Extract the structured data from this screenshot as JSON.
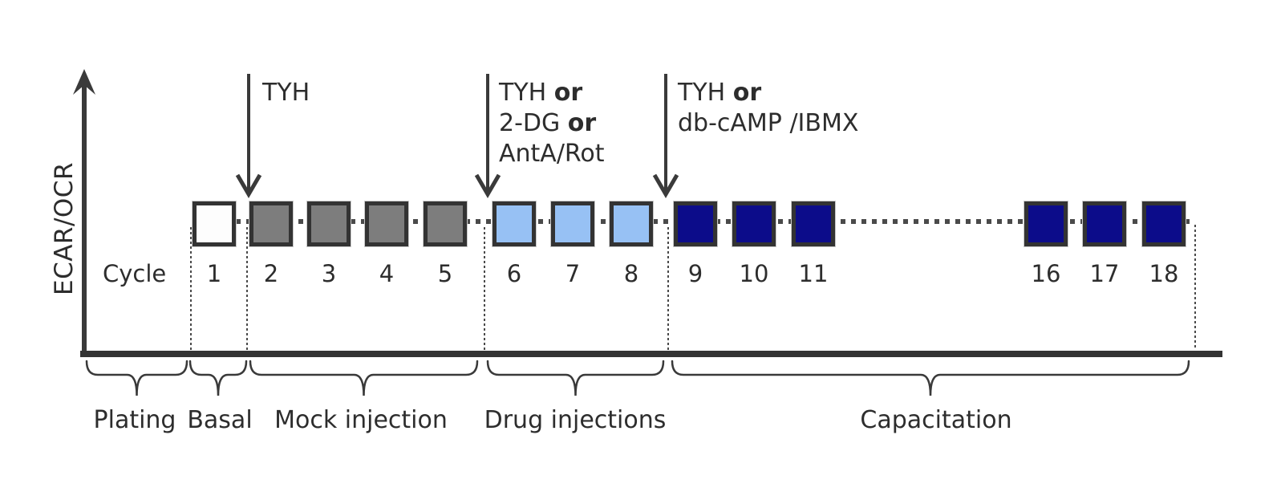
{
  "diagram": {
    "y_axis_label": "ECAR/OCR",
    "cycle_row_label": "Cycle",
    "colors": {
      "line": "#3a3a3a",
      "axis": "#333333",
      "text": "#2d2d2d",
      "square_border": "#333333",
      "dotted": "#4a4a4a",
      "phase_basal": "#fdfdfd",
      "phase_mock_injection": "#7d7d7d",
      "phase_drug_injection": "#97c1f4",
      "phase_capacitation": "#0c0c8a"
    },
    "cycles": [
      {
        "number": "1",
        "phase": "phase_basal"
      },
      {
        "number": "2",
        "phase": "phase_mock_injection"
      },
      {
        "number": "3",
        "phase": "phase_mock_injection"
      },
      {
        "number": "4",
        "phase": "phase_mock_injection"
      },
      {
        "number": "5",
        "phase": "phase_mock_injection"
      },
      {
        "number": "6",
        "phase": "phase_drug_injection"
      },
      {
        "number": "7",
        "phase": "phase_drug_injection"
      },
      {
        "number": "8",
        "phase": "phase_drug_injection"
      },
      {
        "number": "9",
        "phase": "phase_capacitation"
      },
      {
        "number": "10",
        "phase": "phase_capacitation"
      },
      {
        "number": "11",
        "phase": "phase_capacitation"
      },
      {
        "number": "16",
        "phase": "phase_capacitation"
      },
      {
        "number": "17",
        "phase": "phase_capacitation"
      },
      {
        "number": "18",
        "phase": "phase_capacitation"
      }
    ],
    "injections": [
      {
        "name": "mock-injection-arrow",
        "lines": [
          [
            {
              "text": "TYH",
              "bold": false
            }
          ]
        ]
      },
      {
        "name": "drug-injection-arrow",
        "lines": [
          [
            {
              "text": "TYH ",
              "bold": false
            },
            {
              "text": "or",
              "bold": true
            }
          ],
          [
            {
              "text": "2-DG ",
              "bold": false
            },
            {
              "text": "or",
              "bold": true
            }
          ],
          [
            {
              "text": "AntA/Rot",
              "bold": false
            }
          ]
        ]
      },
      {
        "name": "capacitation-injection-arrow",
        "lines": [
          [
            {
              "text": "TYH ",
              "bold": false
            },
            {
              "text": "or",
              "bold": true
            }
          ],
          [
            {
              "text": "db-cAMP /IBMX",
              "bold": false
            }
          ]
        ]
      }
    ],
    "phases": [
      {
        "label": "Plating"
      },
      {
        "label": "Basal"
      },
      {
        "label": "Mock injection"
      },
      {
        "label": "Drug injections"
      },
      {
        "label": "Capacitation"
      }
    ]
  }
}
